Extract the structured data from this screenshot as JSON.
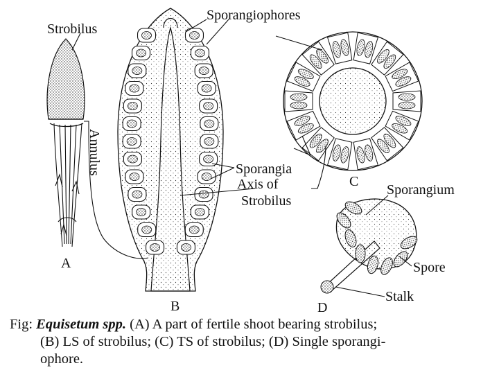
{
  "labels": {
    "strobilus": "Strobilus",
    "annulus": "Annulus",
    "sporangiophores": "Sporangiophores",
    "sporangia": "Sporangia",
    "axis_line1": "Axis of",
    "axis_line2": "Strobilus",
    "sporangium": "Sporangium",
    "spore": "Spore",
    "stalk": "Stalk"
  },
  "panel_letters": {
    "a": "A",
    "b": "B",
    "c": "C",
    "d": "D"
  },
  "caption": {
    "prefix": "Fig:",
    "species": "Equisetum spp.",
    "line1_rest": "(A) A part of fertile shoot bearing strobilus;",
    "line2": "(B) LS of strobilus; (C) TS of strobilus; (D) Single sporangi-",
    "line3": "ophore."
  }
}
